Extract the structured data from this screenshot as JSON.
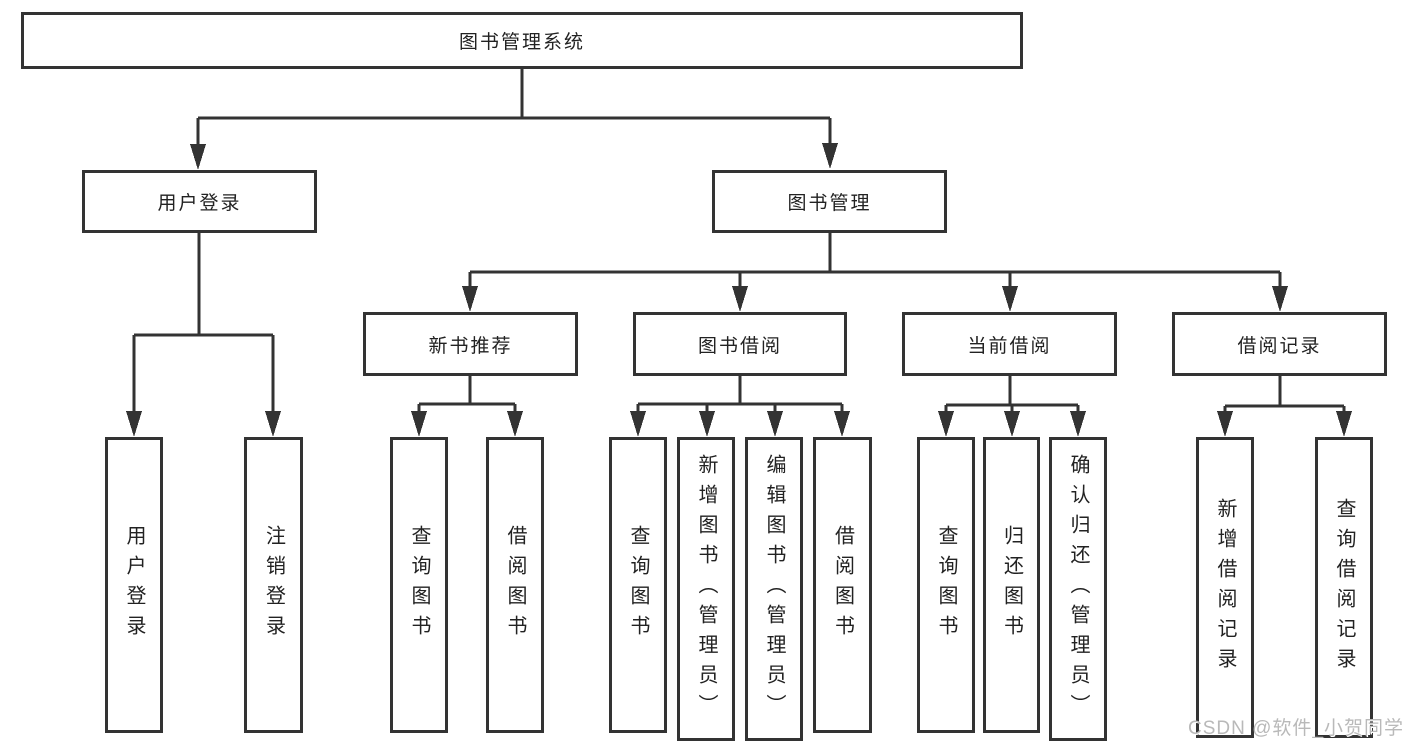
{
  "diagram": {
    "title": "图书管理系统",
    "branches": {
      "userLogin": "用户登录",
      "bookMgmt": "图书管理"
    },
    "modules": {
      "newBookRec": "新书推荐",
      "bookBorrow": "图书借阅",
      "currentBorrow": "当前借阅",
      "borrowRecords": "借阅记录"
    },
    "leaves": {
      "userLogin": "用户登录",
      "logout": "注销登录",
      "queryBookA": "查询图书",
      "borrowBookA": "借阅图书",
      "queryBookB": "查询图书",
      "addBook": "新增图书（管理员）",
      "editBook": "编辑图书（管理员）",
      "borrowBookB": "借阅图书",
      "queryBookC": "查询图书",
      "returnBook": "归还图书",
      "confirmReturn": "确认归还（管理员）",
      "addBorrowRecord": "新增借阅记录",
      "queryBorrowRecord": "查询借阅记录"
    }
  },
  "watermark": "CSDN @软件_小贺同学",
  "colors": {
    "line": "#333333",
    "text": "#222222",
    "watermark": "#b9b9b9",
    "background": "#ffffff"
  }
}
